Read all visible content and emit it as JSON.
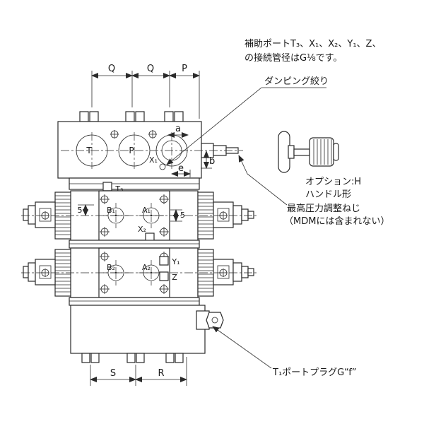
{
  "colors": {
    "line": "#2a2a2a",
    "background": "#ffffff"
  },
  "notes": {
    "aux_ports_line1": "補助ポートT₃、X₁、X₂、Y₁、Z、",
    "aux_ports_line2": "の接続管径はG⅛です。",
    "damping_label": "ダンピング絞り",
    "option_line1": "オプション:H",
    "option_line2": "ハンドル形",
    "pressure_adjust_line1": "最高圧力調整ねじ",
    "pressure_adjust_line2": "（MDMには含まれない）",
    "t1_plug_label": "T₁ポートプラグG“f”"
  },
  "dimension_labels": {
    "q1": "Q",
    "q2": "Q",
    "p": "P",
    "s": "S",
    "r": "R",
    "a": "a",
    "b": "b",
    "e": "e",
    "offset_left": "5",
    "offset_right": "5"
  },
  "port_labels": {
    "t": "T",
    "p": "P",
    "x1": "X₁",
    "t3": "T₃",
    "b1": "B₁",
    "a1": "A₁",
    "x2": "X₂",
    "b2": "B₂",
    "a2": "A₂",
    "y1": "Y₁",
    "z": "Z"
  }
}
